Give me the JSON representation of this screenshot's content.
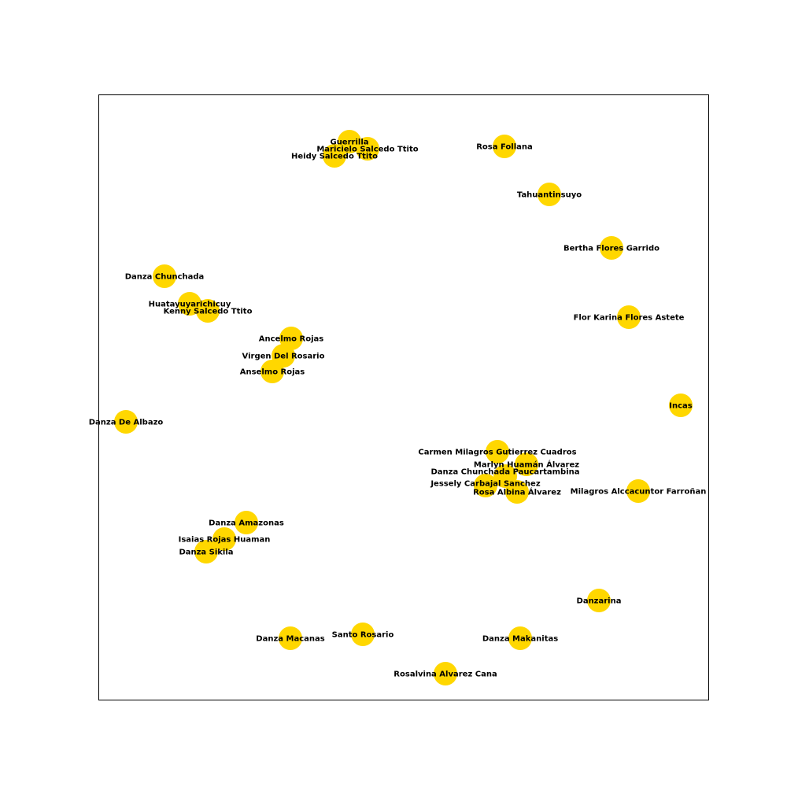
{
  "colors": {
    "node_fill": "#ffd700",
    "frame_stroke": "#000000",
    "background": "#ffffff"
  },
  "nodes": [
    {
      "id": "guerrilla",
      "label": "Guerrilla"
    },
    {
      "id": "maricielo",
      "label": "Maricielo Salcedo Ttito"
    },
    {
      "id": "heidy",
      "label": "Heidy Salcedo Ttito"
    },
    {
      "id": "rosa-follana",
      "label": "Rosa Follana"
    },
    {
      "id": "tahuantinsuyo",
      "label": "Tahuantinsuyo"
    },
    {
      "id": "bertha",
      "label": "Bertha Flores Garrido"
    },
    {
      "id": "flor-karina",
      "label": "Flor Karina Flores Astete"
    },
    {
      "id": "danza-chunchada",
      "label": "Danza Chunchada"
    },
    {
      "id": "huatayuyarichicuy",
      "label": "Huatayuyarichicuy"
    },
    {
      "id": "kenny",
      "label": "Kenny Salcedo Ttito"
    },
    {
      "id": "ancelmo",
      "label": "Ancelmo Rojas"
    },
    {
      "id": "virgen-rosario",
      "label": "Virgen Del Rosario"
    },
    {
      "id": "anselmo",
      "label": "Anselmo Rojas"
    },
    {
      "id": "incas",
      "label": "Incas"
    },
    {
      "id": "albazo",
      "label": "Danza De Albazo"
    },
    {
      "id": "carmen",
      "label": "Carmen Milagros Gutierrez Cuadros"
    },
    {
      "id": "marlyn",
      "label": "Marlyn Huamán Álvarez"
    },
    {
      "id": "chunchada-paucartambina",
      "label": "Danza Chunchada Paucartambina"
    },
    {
      "id": "jessely",
      "label": "Jessely Carbajal Sanchez"
    },
    {
      "id": "rosa-albina",
      "label": "Rosa Albina Álvarez"
    },
    {
      "id": "milagros",
      "label": "Milagros Alccacuntor Farroñan"
    },
    {
      "id": "amazonas",
      "label": "Danza Amazonas"
    },
    {
      "id": "isaias",
      "label": "Isaias Rojas Huaman"
    },
    {
      "id": "sikila",
      "label": "Danza Sikila"
    },
    {
      "id": "danzarina",
      "label": "Danzarina"
    },
    {
      "id": "macanas",
      "label": "Danza Macanas"
    },
    {
      "id": "santo-rosario",
      "label": "Santo Rosario"
    },
    {
      "id": "makanitas",
      "label": "Danza Makanitas"
    },
    {
      "id": "rosalvina",
      "label": "Rosalvina Alvarez Cana"
    }
  ]
}
